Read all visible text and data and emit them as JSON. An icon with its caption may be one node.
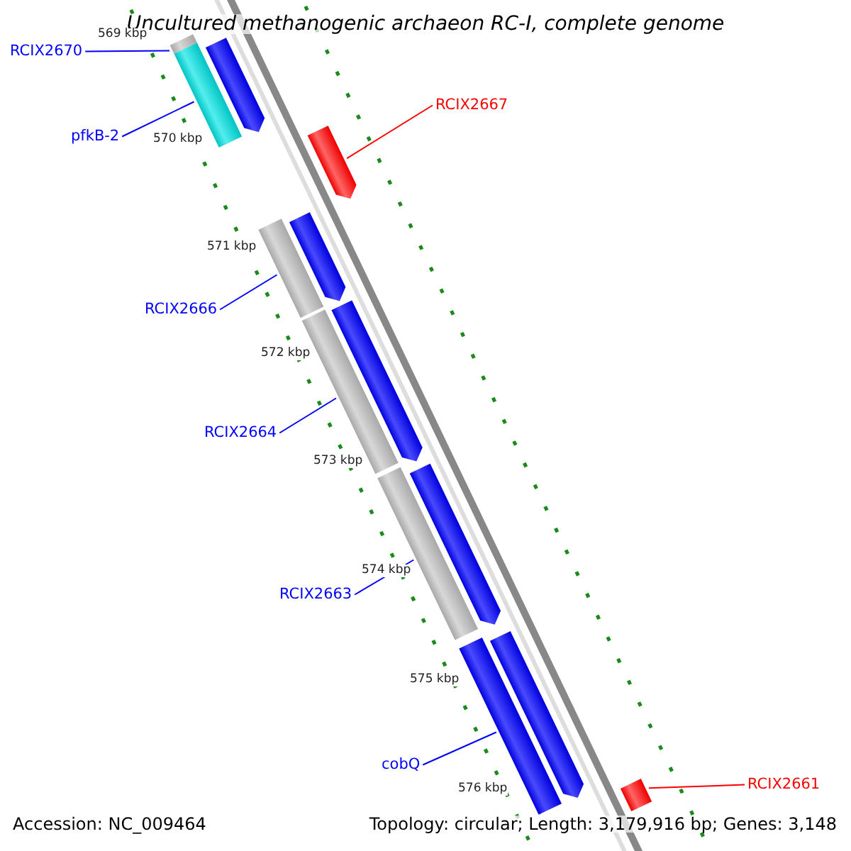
{
  "diagram": {
    "title": "Uncultured methanogenic archaeon RC-I, complete genome",
    "nodes": [
      {
        "text": [
          "RCIX2670"
        ]
      },
      {
        "text": [],
        "shape": "bar"
      },
      {
        "text": [],
        "shape": "bar"
      },
      {
        "text": [
          "pfkB-2"
        ]
      },
      {
        "text": [],
        "shape": "bar"
      },
      {
        "text": [
          "RCIX2667"
        ]
      },
      {
        "text": [],
        "shape": "bar"
      },
      {
        "text": [],
        "shape": "bar"
      },
      {
        "text": [
          "RCIX2666"
        ]
      },
      {
        "text": [],
        "shape": "bar"
      },
      {
        "text": [],
        "shape": "bar"
      },
      {
        "text": [
          "RCIX2664"
        ]
      },
      {
        "text": [],
        "shape": "bar"
      },
      {
        "text": [],
        "shape": "bar"
      },
      {
        "text": [
          "RCIX2663"
        ]
      },
      {
        "text": [],
        "shape": "bar"
      },
      {
        "text": [],
        "shape": "bar"
      },
      {
        "text": [
          "cobQ"
        ]
      },
      {
        "text": [],
        "shape": "bar"
      },
      {
        "text": [
          "RCIX2661"
        ]
      },
      {
        "text": [],
        "shape": "bar"
      }
    ],
    "edges": [
      {
        "from": 0,
        "to": 1,
        "arrow": "none"
      },
      {
        "from": 3,
        "to": 4,
        "arrow": "none"
      },
      {
        "from": 5,
        "to": 6,
        "arrow": "none",
        "color": "#ff0000"
      },
      {
        "from": 8,
        "to": 9,
        "arrow": "none"
      },
      {
        "from": 11,
        "to": 12,
        "arrow": "none"
      },
      {
        "from": 14,
        "to": 15,
        "arrow": "none"
      },
      {
        "from": 17,
        "to": 18,
        "arrow": "none"
      },
      {
        "from": 19,
        "to": 20,
        "arrow": "none",
        "color": "#ff0000"
      }
    ],
    "labels": [
      "569 kbp",
      "570 kbp",
      "571 kbp",
      "572 kbp",
      "573 kbp",
      "574 kbp",
      "575 kbp",
      "576 kbp",
      "Accession: NC_009464",
      "Topology: circular; Length: 3,179,916 bp; Genes: 3,148"
    ]
  }
}
